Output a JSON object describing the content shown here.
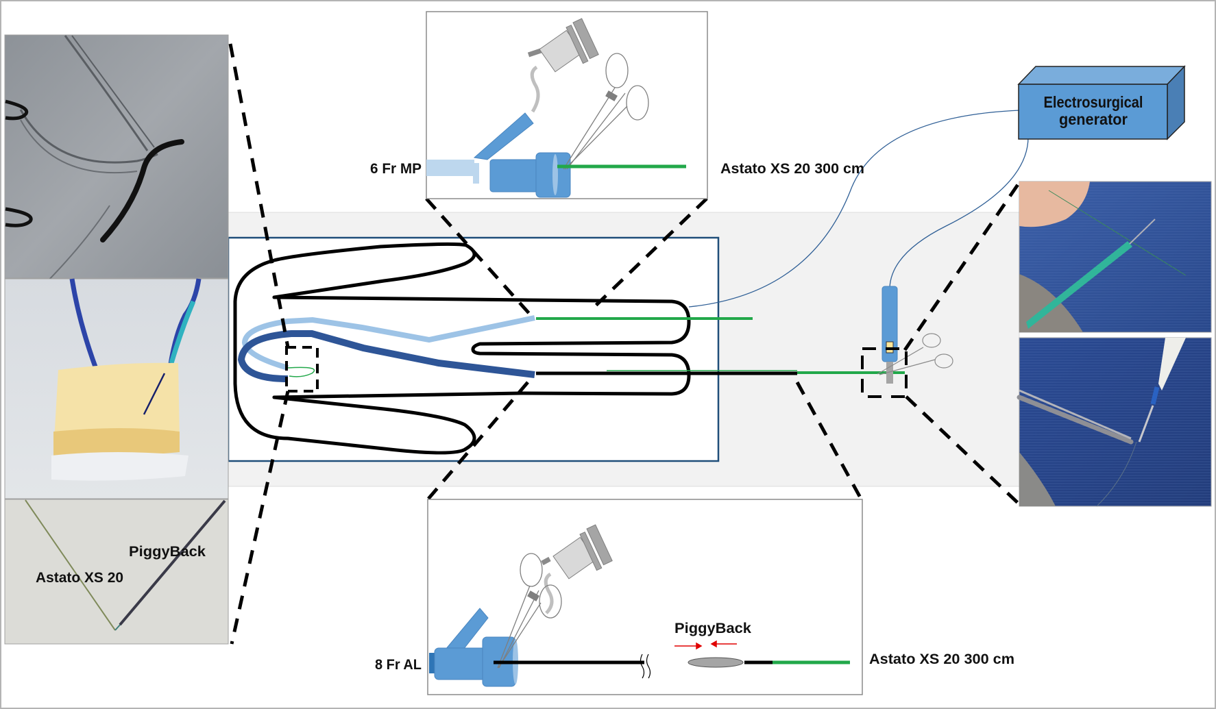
{
  "figure": {
    "generator_label_line1": "Electrosurgical",
    "generator_label_line2": "generator",
    "top_inset": {
      "catheter_label": "6 Fr MP",
      "wire_label": "Astato XS 20 300 cm"
    },
    "bottom_inset": {
      "catheter_label": "8 Fr AL",
      "wire_label": "Astato XS 20 300 cm",
      "piggyback_label": "PiggyBack"
    },
    "left_photos": {
      "bottom_photo_label_wire": "Astato XS 20",
      "bottom_photo_label_piggyback": "PiggyBack"
    },
    "colors": {
      "guidewire_green": "#22a84a",
      "catheter_blue": "#5b9bd5",
      "catheter_dark_blue": "#2e5597",
      "catheter_light_blue": "#9dc3e6",
      "frame_navy": "#1f4e79",
      "band_gray": "#f2f2f2",
      "generator_blue": "#5b9bd5"
    }
  }
}
